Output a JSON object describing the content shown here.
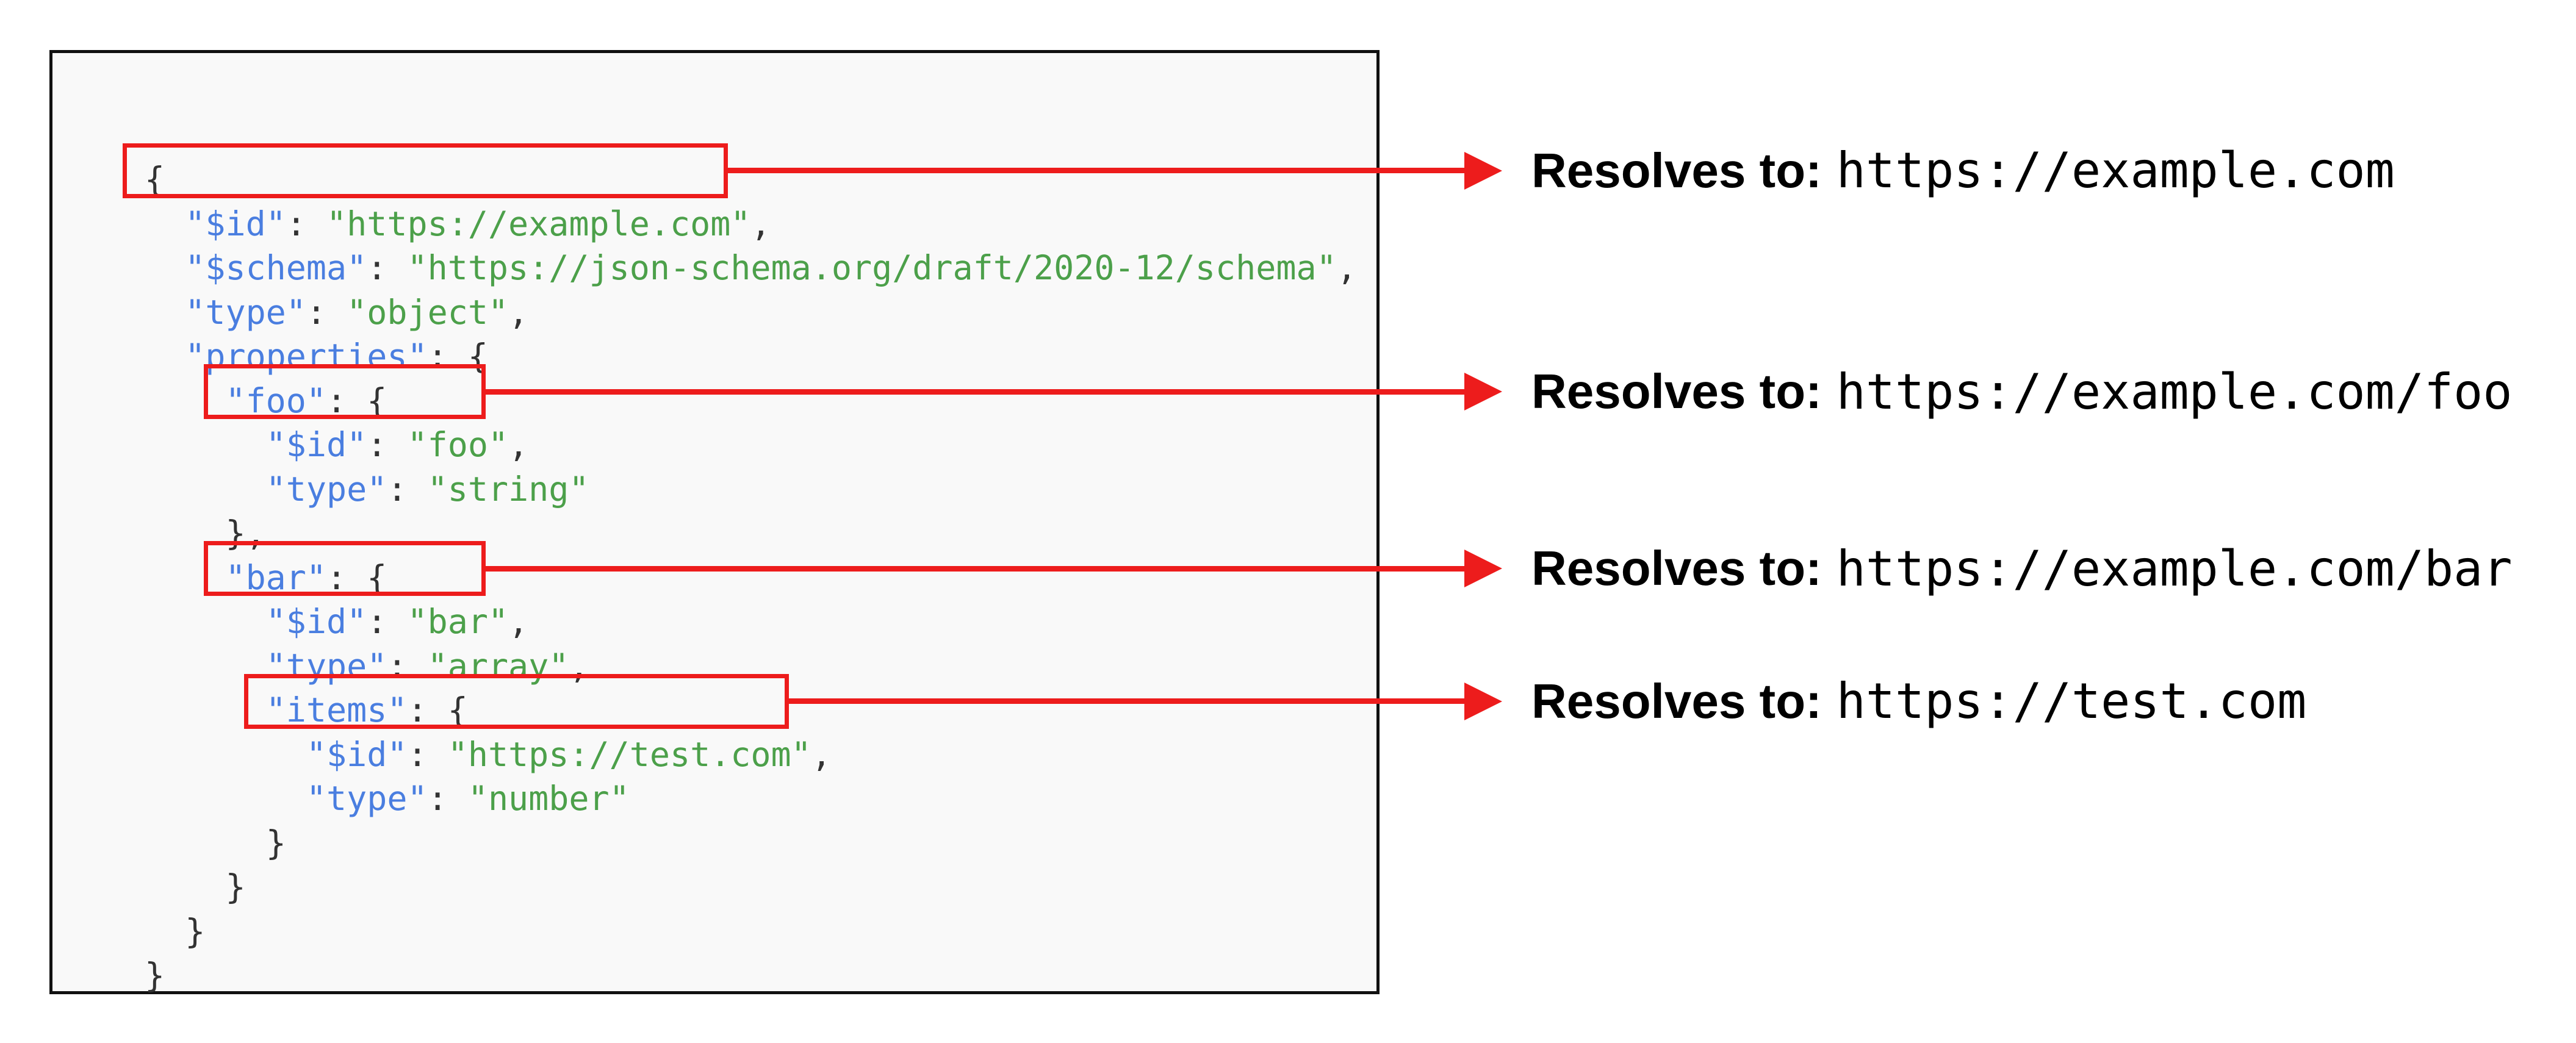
{
  "colors": {
    "red": "#ed1c1c",
    "key_blue": "#4a7ee0",
    "string_green": "#4ca04a",
    "punctuation": "#333333",
    "panel_bg": "#f9f9f9",
    "panel_border": "#111111",
    "annotation_text": "#000000"
  },
  "code": {
    "lines": [
      {
        "tokens": [
          {
            "c": "pun",
            "t": "{"
          }
        ]
      },
      {
        "tokens": [
          {
            "c": "ws",
            "t": "  "
          },
          {
            "c": "key",
            "t": "\"$id\""
          },
          {
            "c": "pun",
            "t": ": "
          },
          {
            "c": "str",
            "t": "\"https://example.com\""
          },
          {
            "c": "pun",
            "t": ","
          }
        ]
      },
      {
        "tokens": [
          {
            "c": "ws",
            "t": "  "
          },
          {
            "c": "key",
            "t": "\"$schema\""
          },
          {
            "c": "pun",
            "t": ": "
          },
          {
            "c": "str",
            "t": "\"https://json-schema.org/draft/2020-12/schema\""
          },
          {
            "c": "pun",
            "t": ","
          }
        ]
      },
      {
        "tokens": [
          {
            "c": "ws",
            "t": "  "
          },
          {
            "c": "key",
            "t": "\"type\""
          },
          {
            "c": "pun",
            "t": ": "
          },
          {
            "c": "str",
            "t": "\"object\""
          },
          {
            "c": "pun",
            "t": ","
          }
        ]
      },
      {
        "tokens": [
          {
            "c": "ws",
            "t": "  "
          },
          {
            "c": "key",
            "t": "\"properties\""
          },
          {
            "c": "pun",
            "t": ": {"
          }
        ]
      },
      {
        "tokens": [
          {
            "c": "ws",
            "t": "    "
          },
          {
            "c": "key",
            "t": "\"foo\""
          },
          {
            "c": "pun",
            "t": ": {"
          }
        ]
      },
      {
        "tokens": [
          {
            "c": "ws",
            "t": "      "
          },
          {
            "c": "key",
            "t": "\"$id\""
          },
          {
            "c": "pun",
            "t": ": "
          },
          {
            "c": "str",
            "t": "\"foo\""
          },
          {
            "c": "pun",
            "t": ","
          }
        ]
      },
      {
        "tokens": [
          {
            "c": "ws",
            "t": "      "
          },
          {
            "c": "key",
            "t": "\"type\""
          },
          {
            "c": "pun",
            "t": ": "
          },
          {
            "c": "str",
            "t": "\"string\""
          }
        ]
      },
      {
        "tokens": [
          {
            "c": "ws",
            "t": "    "
          },
          {
            "c": "pun",
            "t": "},"
          }
        ]
      },
      {
        "tokens": [
          {
            "c": "ws",
            "t": "    "
          },
          {
            "c": "key",
            "t": "\"bar\""
          },
          {
            "c": "pun",
            "t": ": {"
          }
        ]
      },
      {
        "tokens": [
          {
            "c": "ws",
            "t": "      "
          },
          {
            "c": "key",
            "t": "\"$id\""
          },
          {
            "c": "pun",
            "t": ": "
          },
          {
            "c": "str",
            "t": "\"bar\""
          },
          {
            "c": "pun",
            "t": ","
          }
        ]
      },
      {
        "tokens": [
          {
            "c": "ws",
            "t": "      "
          },
          {
            "c": "key",
            "t": "\"type\""
          },
          {
            "c": "pun",
            "t": ": "
          },
          {
            "c": "str",
            "t": "\"array\""
          },
          {
            "c": "pun",
            "t": ","
          }
        ]
      },
      {
        "tokens": [
          {
            "c": "ws",
            "t": "      "
          },
          {
            "c": "key",
            "t": "\"items\""
          },
          {
            "c": "pun",
            "t": ": {"
          }
        ]
      },
      {
        "tokens": [
          {
            "c": "ws",
            "t": "        "
          },
          {
            "c": "key",
            "t": "\"$id\""
          },
          {
            "c": "pun",
            "t": ": "
          },
          {
            "c": "str",
            "t": "\"https://test.com\""
          },
          {
            "c": "pun",
            "t": ","
          }
        ]
      },
      {
        "tokens": [
          {
            "c": "ws",
            "t": "        "
          },
          {
            "c": "key",
            "t": "\"type\""
          },
          {
            "c": "pun",
            "t": ": "
          },
          {
            "c": "str",
            "t": "\"number\""
          }
        ]
      },
      {
        "tokens": [
          {
            "c": "ws",
            "t": "      "
          },
          {
            "c": "pun",
            "t": "}"
          }
        ]
      },
      {
        "tokens": [
          {
            "c": "ws",
            "t": "    "
          },
          {
            "c": "pun",
            "t": "}"
          }
        ]
      },
      {
        "tokens": [
          {
            "c": "ws",
            "t": "  "
          },
          {
            "c": "pun",
            "t": "}"
          }
        ]
      },
      {
        "tokens": [
          {
            "c": "pun",
            "t": "}"
          }
        ]
      }
    ]
  },
  "annotations": [
    {
      "label": "Resolves to:",
      "value": "https://example.com"
    },
    {
      "label": "Resolves to:",
      "value": "https://example.com/foo"
    },
    {
      "label": "Resolves to:",
      "value": "https://example.com/bar"
    },
    {
      "label": "Resolves to:",
      "value": "https://test.com"
    }
  ],
  "callouts": [
    {
      "line": 2,
      "annotation": 0
    },
    {
      "line": 7,
      "annotation": 1
    },
    {
      "line": 11,
      "annotation": 2
    },
    {
      "line": 14,
      "annotation": 3
    }
  ]
}
